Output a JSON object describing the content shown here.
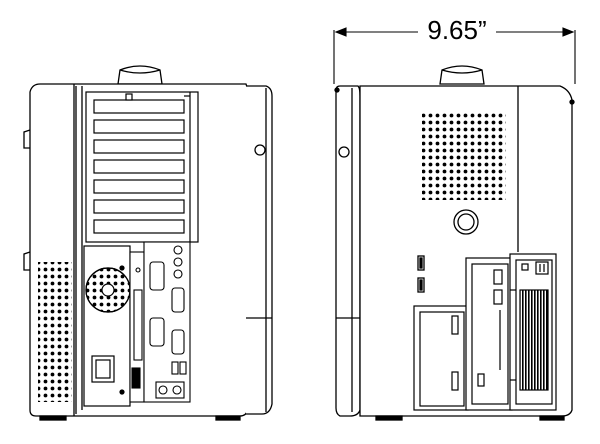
{
  "dimension": {
    "width_label": "9.65”"
  },
  "views": [
    {
      "id": "rear-view"
    },
    {
      "id": "side-view"
    }
  ],
  "colors": {
    "line": "#000000",
    "background": "#ffffff",
    "hatch": "#000000"
  }
}
